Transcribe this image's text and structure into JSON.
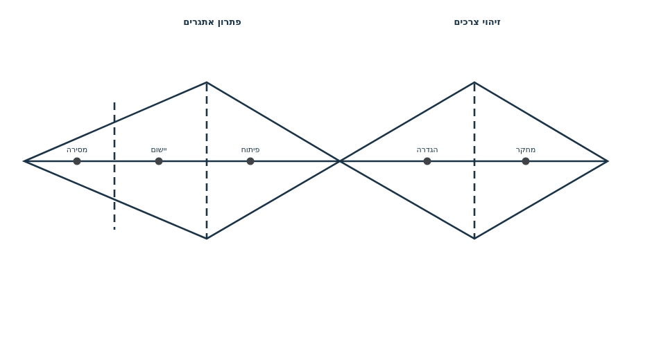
{
  "headings": {
    "left": "פתרון אתגרים",
    "right": "זיהוי צרכים"
  },
  "stages": {
    "delivery": "מסירה",
    "implementation": "יישום",
    "development": "פיתוח",
    "definition": "הגדרה",
    "research": "מחקר"
  },
  "colors": {
    "line": "#1b3347",
    "dot": "#404448",
    "background": "#ffffff"
  }
}
